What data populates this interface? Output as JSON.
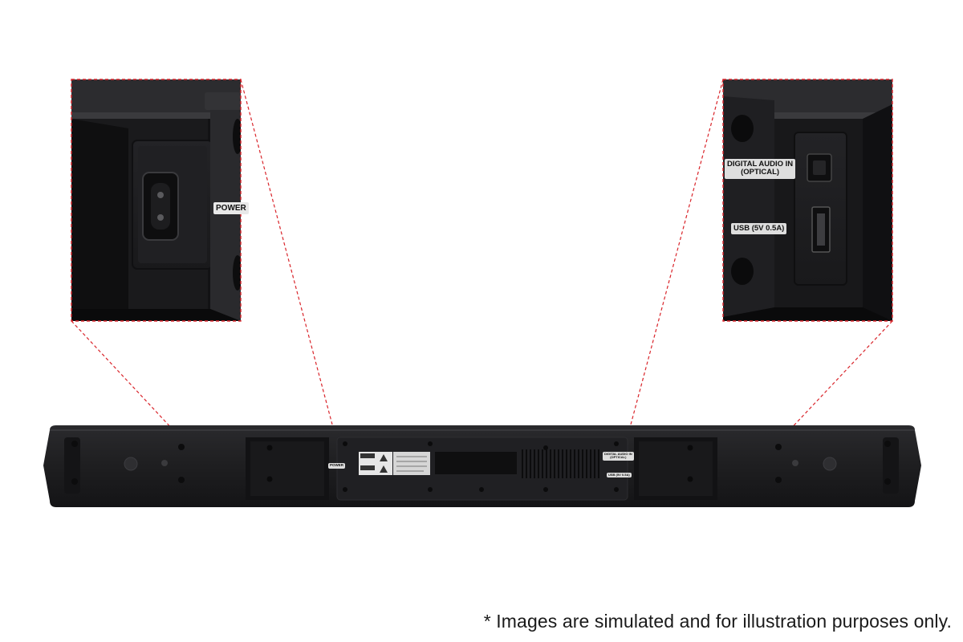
{
  "zoom_left": {
    "port_label": "POWER"
  },
  "zoom_right": {
    "optical_label": "DIGITAL AUDIO IN\n(OPTICAL)",
    "usb_label": "USB (5V 0.5A)"
  },
  "soundbar": {
    "power_label": "POWER",
    "optical_label": "DIGITAL AUDIO IN\n(OPTICAL)",
    "usb_label": "USB (5V 0.5A)"
  },
  "disclaimer": "* Images are simulated and for illustration purposes only.",
  "colors": {
    "callout_line": "#d9242a",
    "body_dark": "#1c1c1e",
    "background": "#ffffff"
  }
}
